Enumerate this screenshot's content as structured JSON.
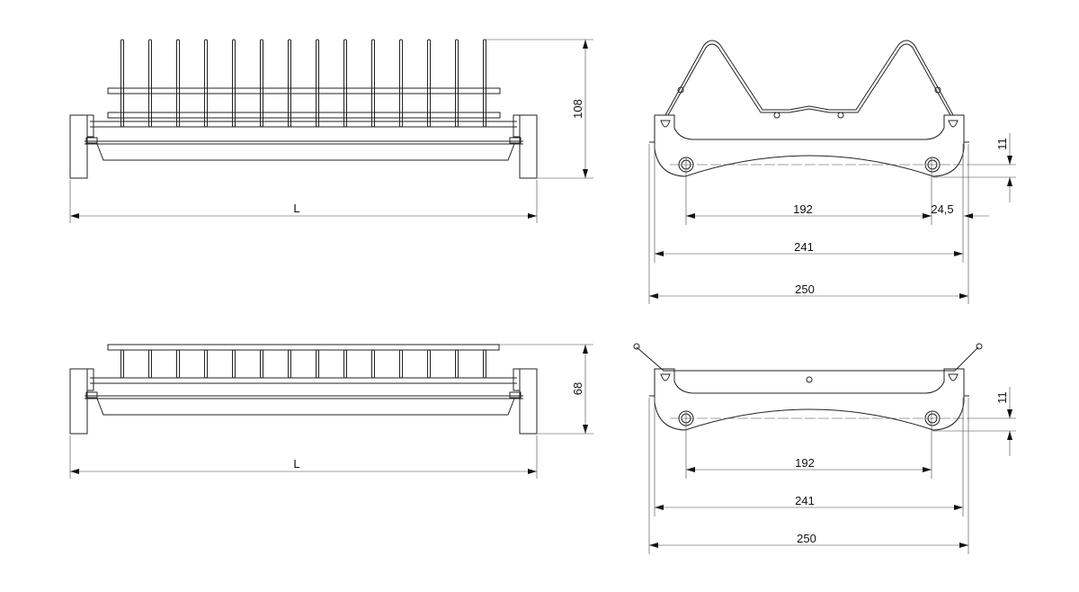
{
  "views": {
    "top_left": {
      "height_label": "108",
      "length_label": "L"
    },
    "bottom_left": {
      "height_label": "68",
      "length_label": "L"
    },
    "top_right": {
      "dim_11": "11",
      "dim_192": "192",
      "dim_24_5": "24,5",
      "dim_241": "241",
      "dim_250": "250"
    },
    "bottom_right": {
      "dim_11": "11",
      "dim_192": "192",
      "dim_241": "241",
      "dim_250": "250"
    }
  }
}
